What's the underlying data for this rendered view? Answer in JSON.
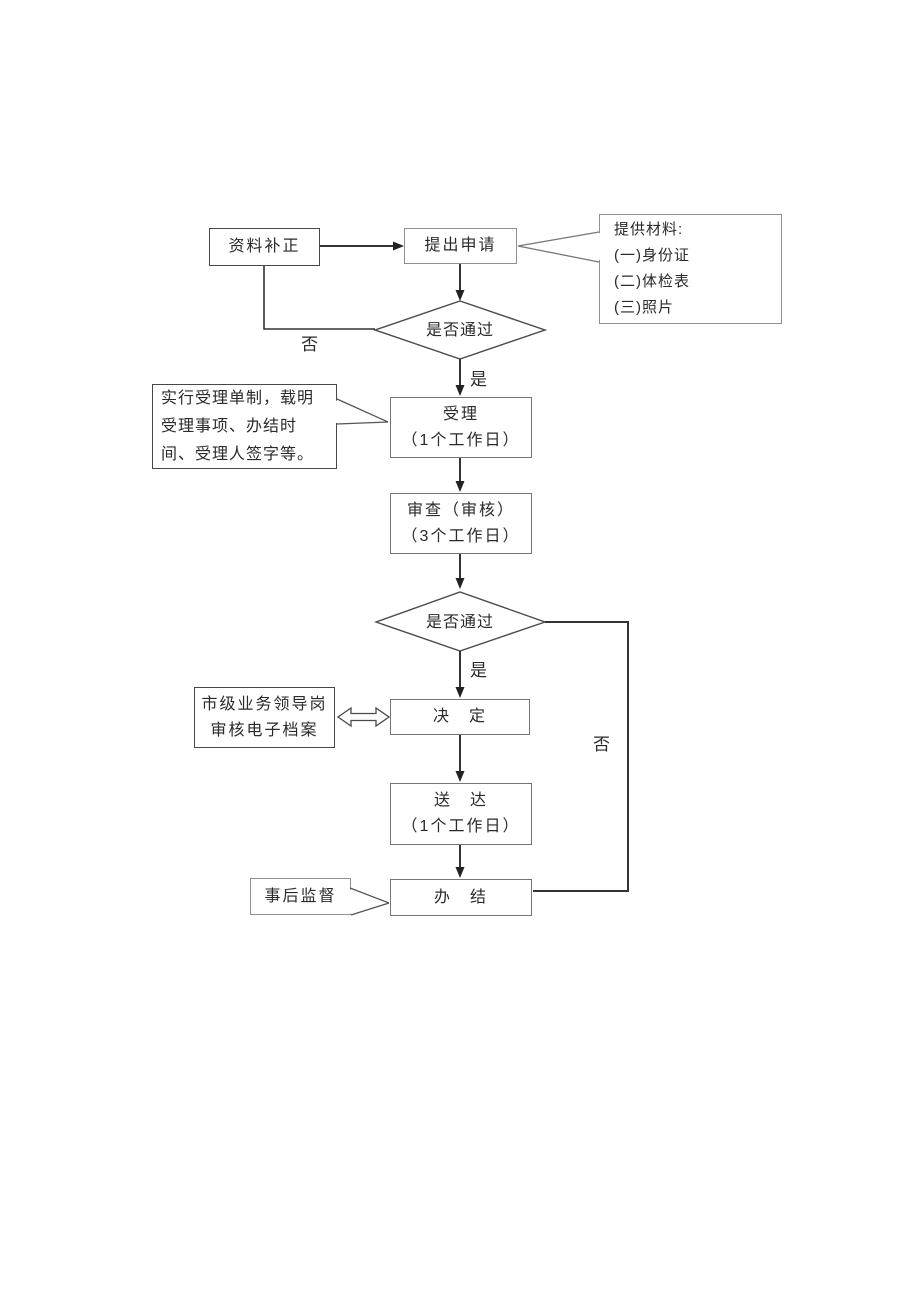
{
  "page": {
    "background": "#ffffff"
  },
  "colors": {
    "line": "#333333",
    "border_dark": "#474747",
    "border_light": "#8f8f8f",
    "text": "#2a2a2a"
  },
  "flowchart": {
    "nodes": {
      "ziliao_buzheng": {
        "label": "资料补正"
      },
      "tichu_shenqing": {
        "label": "提出申请"
      },
      "tigong_cailiao": {
        "title": "提供材料:",
        "item1": "(一)身份证",
        "item2": "(二)体检表",
        "item3": "(三)照片"
      },
      "decision_1": {
        "label": "是否通过"
      },
      "shouli_note": {
        "text": "实行受理单制，载明受理事项、办结时间、受理人签字等。"
      },
      "shouli": {
        "title": "受理",
        "duration": "（1个工作日）"
      },
      "shencha": {
        "title": "审查（审核）",
        "duration": "（3个工作日）"
      },
      "decision_2": {
        "label": "是否通过"
      },
      "shiji_note": {
        "line1": "市级业务领导岗",
        "line2": "审核电子档案"
      },
      "jueding": {
        "label": "决　定"
      },
      "songda": {
        "title": "送　达",
        "duration": "（1个工作日）"
      },
      "shihou_jiandu": {
        "label": "事后监督"
      },
      "banjie": {
        "label": "办　结"
      }
    },
    "edge_labels": {
      "no_1": "否",
      "yes_1": "是",
      "yes_2": "是",
      "no_2": "否"
    }
  }
}
